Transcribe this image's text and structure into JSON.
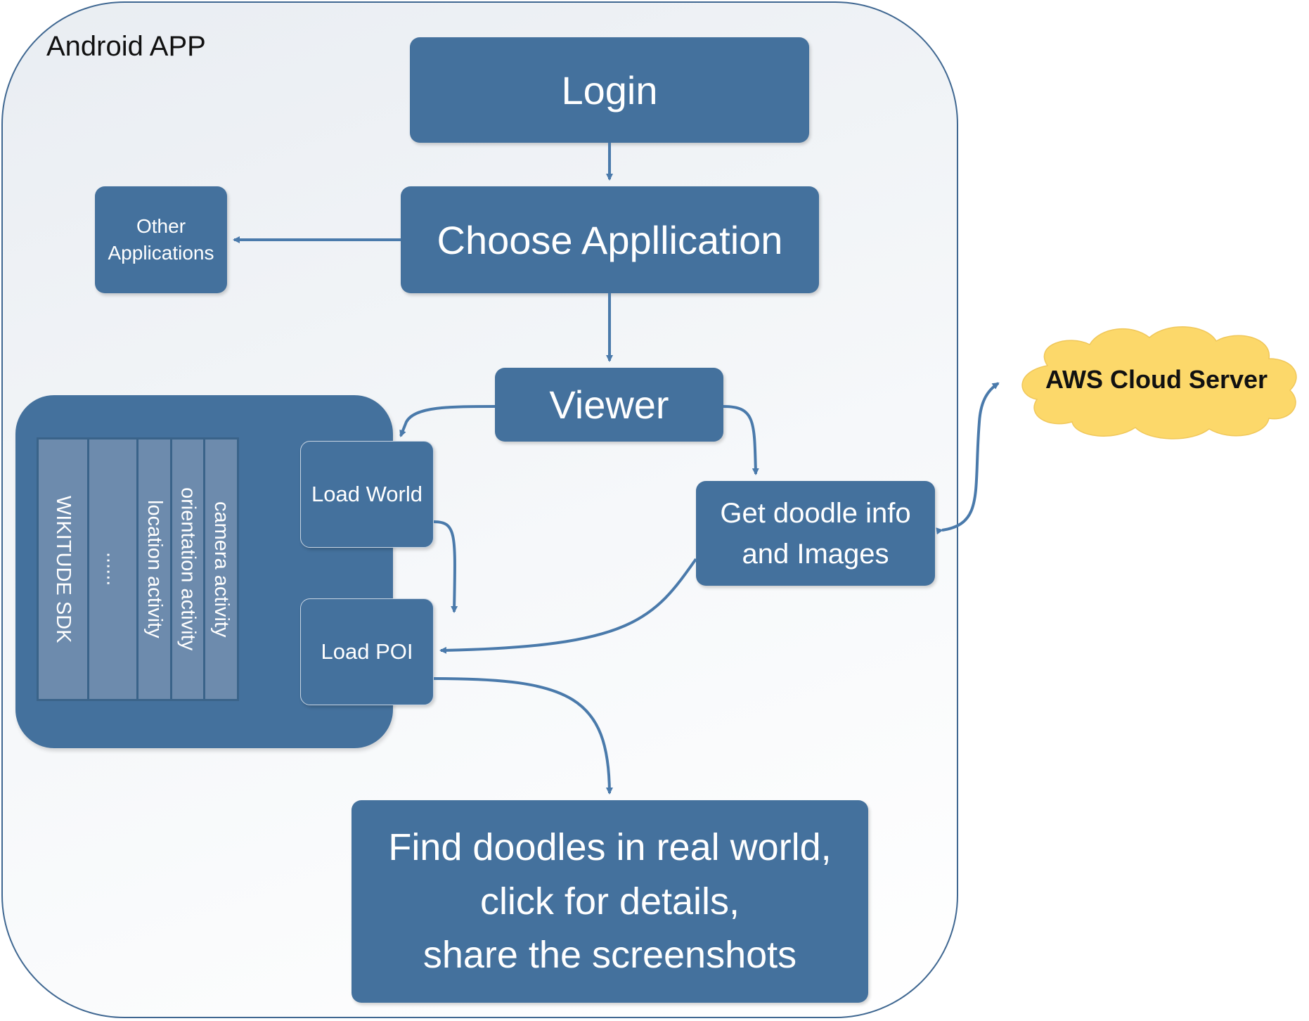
{
  "container": {
    "label": "Android APP"
  },
  "nodes": {
    "login": "Login",
    "choose_application": "Choose Appllication",
    "other_applications": [
      "Other",
      "Applications"
    ],
    "viewer": "Viewer",
    "load_world": "Load World",
    "load_poi": "Load POI",
    "get_doodle": [
      "Get doodle info",
      "and Images"
    ],
    "find_doodles": [
      "Find doodles in real world,",
      "click for details,",
      "share the screenshots"
    ],
    "aws": "AWS Cloud Server"
  },
  "sdk_columns": [
    "WIKITUDE SDK",
    "......",
    "location activity",
    "orientation activity",
    "camera activity"
  ],
  "colors": {
    "box": "#44719d",
    "column": "#6d8bad",
    "arrow": "#4a7aab",
    "cloud": "#fcd86a",
    "border": "#3f6791"
  }
}
